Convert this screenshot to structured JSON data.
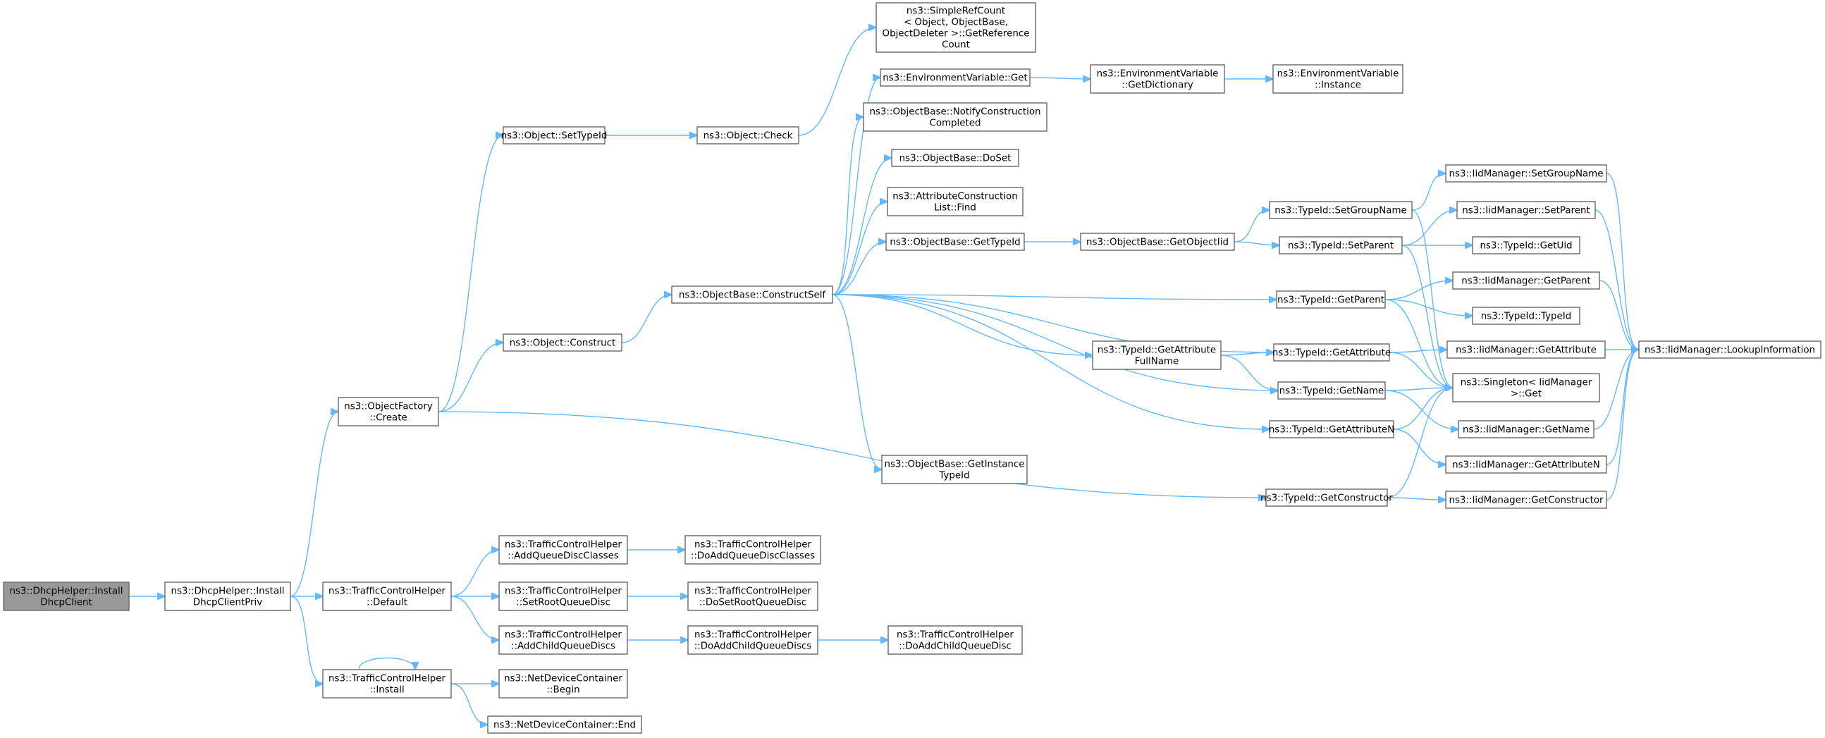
{
  "graph": {
    "colors": {
      "edge": "#63b8ff",
      "node_border": "#666666",
      "root_fill": "#999999",
      "node_fill": "#ffffff"
    },
    "nodes": [
      {
        "id": "n0",
        "root": true,
        "lines": [
          "ns3::DhcpHelper::Install",
          "DhcpClient"
        ]
      },
      {
        "id": "n1",
        "lines": [
          "ns3::DhcpHelper::Install",
          "DhcpClientPriv"
        ]
      },
      {
        "id": "n2",
        "lines": [
          "ns3::ObjectFactory",
          "::Create"
        ]
      },
      {
        "id": "n3",
        "lines": [
          "ns3::TrafficControlHelper",
          "::Default"
        ]
      },
      {
        "id": "n4",
        "lines": [
          "ns3::TrafficControlHelper",
          "::Install"
        ]
      },
      {
        "id": "n5",
        "lines": [
          "ns3::Object::SetTypeId"
        ]
      },
      {
        "id": "n6",
        "lines": [
          "ns3::Object::Construct"
        ]
      },
      {
        "id": "n7",
        "lines": [
          "ns3::TypeId::GetConstructor"
        ]
      },
      {
        "id": "n8",
        "lines": [
          "ns3::TrafficControlHelper",
          "::AddQueueDiscClasses"
        ]
      },
      {
        "id": "n9",
        "lines": [
          "ns3::TrafficControlHelper",
          "::SetRootQueueDisc"
        ]
      },
      {
        "id": "n10",
        "lines": [
          "ns3::TrafficControlHelper",
          "::AddChildQueueDiscs"
        ]
      },
      {
        "id": "n11",
        "lines": [
          "ns3::NetDeviceContainer",
          "::Begin"
        ]
      },
      {
        "id": "n12",
        "lines": [
          "ns3::NetDeviceContainer::End"
        ]
      },
      {
        "id": "n13",
        "lines": [
          "ns3::Object::Check"
        ]
      },
      {
        "id": "n14",
        "lines": [
          "ns3::ObjectBase::ConstructSelf"
        ]
      },
      {
        "id": "n15",
        "lines": [
          "ns3::SimpleRefCount",
          "< Object, ObjectBase,",
          "ObjectDeleter >::GetReference",
          "Count"
        ]
      },
      {
        "id": "n16",
        "lines": [
          "ns3::EnvironmentVariable::Get"
        ]
      },
      {
        "id": "n17",
        "lines": [
          "ns3::ObjectBase::NotifyConstruction",
          "Completed"
        ]
      },
      {
        "id": "n18",
        "lines": [
          "ns3::ObjectBase::DoSet"
        ]
      },
      {
        "id": "n19",
        "lines": [
          "ns3::AttributeConstruction",
          "List::Find"
        ]
      },
      {
        "id": "n20",
        "lines": [
          "ns3::ObjectBase::GetTypeId"
        ]
      },
      {
        "id": "n21",
        "lines": [
          "ns3::TypeId::GetAttribute",
          "FullName"
        ]
      },
      {
        "id": "n22",
        "lines": [
          "ns3::ObjectBase::GetInstance",
          "TypeId"
        ]
      },
      {
        "id": "n23",
        "lines": [
          "ns3::EnvironmentVariable",
          "::GetDictionary"
        ]
      },
      {
        "id": "n24",
        "lines": [
          "ns3::ObjectBase::GetObjectIid"
        ]
      },
      {
        "id": "n25",
        "lines": [
          "ns3::TypeId::GetParent"
        ]
      },
      {
        "id": "n26",
        "lines": [
          "ns3::TypeId::GetAttribute"
        ]
      },
      {
        "id": "n27",
        "lines": [
          "ns3::TypeId::GetName"
        ]
      },
      {
        "id": "n28",
        "lines": [
          "ns3::TypeId::GetAttributeN"
        ]
      },
      {
        "id": "n29",
        "lines": [
          "ns3::TrafficControlHelper",
          "::DoAddQueueDiscClasses"
        ]
      },
      {
        "id": "n30",
        "lines": [
          "ns3::TrafficControlHelper",
          "::DoSetRootQueueDisc"
        ]
      },
      {
        "id": "n31",
        "lines": [
          "ns3::TrafficControlHelper",
          "::DoAddChildQueueDiscs"
        ]
      },
      {
        "id": "n32",
        "lines": [
          "ns3::TrafficControlHelper",
          "::DoAddChildQueueDisc"
        ]
      },
      {
        "id": "n33",
        "lines": [
          "ns3::EnvironmentVariable",
          "::Instance"
        ]
      },
      {
        "id": "n34",
        "lines": [
          "ns3::TypeId::SetGroupName"
        ]
      },
      {
        "id": "n35",
        "lines": [
          "ns3::TypeId::SetParent"
        ]
      },
      {
        "id": "n36",
        "lines": [
          "ns3::Singleton< IidManager",
          ">::Get"
        ]
      },
      {
        "id": "n37",
        "lines": [
          "ns3::IidManager::SetGroupName"
        ]
      },
      {
        "id": "n38",
        "lines": [
          "ns3::IidManager::SetParent"
        ]
      },
      {
        "id": "n39",
        "lines": [
          "ns3::TypeId::GetUid"
        ]
      },
      {
        "id": "n40",
        "lines": [
          "ns3::IidManager::GetParent"
        ]
      },
      {
        "id": "n41",
        "lines": [
          "ns3::TypeId::TypeId"
        ]
      },
      {
        "id": "n42",
        "lines": [
          "ns3::IidManager::GetAttribute"
        ]
      },
      {
        "id": "n43",
        "lines": [
          "ns3::IidManager::GetName"
        ]
      },
      {
        "id": "n44",
        "lines": [
          "ns3::IidManager::GetAttributeN"
        ]
      },
      {
        "id": "n45",
        "lines": [
          "ns3::IidManager::GetConstructor"
        ]
      },
      {
        "id": "n46",
        "lines": [
          "ns3::IidManager::LookupInformation"
        ]
      }
    ],
    "edges": [
      [
        "n0",
        "n1"
      ],
      [
        "n1",
        "n2"
      ],
      [
        "n1",
        "n3"
      ],
      [
        "n1",
        "n4"
      ],
      [
        "n2",
        "n5"
      ],
      [
        "n2",
        "n6"
      ],
      [
        "n2",
        "n7"
      ],
      [
        "n3",
        "n8"
      ],
      [
        "n3",
        "n9"
      ],
      [
        "n3",
        "n10"
      ],
      [
        "n4",
        "n4"
      ],
      [
        "n4",
        "n11"
      ],
      [
        "n4",
        "n12"
      ],
      [
        "n5",
        "n13"
      ],
      [
        "n13",
        "n15"
      ],
      [
        "n6",
        "n14"
      ],
      [
        "n14",
        "n16"
      ],
      [
        "n14",
        "n17"
      ],
      [
        "n14",
        "n18"
      ],
      [
        "n14",
        "n19"
      ],
      [
        "n14",
        "n20"
      ],
      [
        "n14",
        "n25"
      ],
      [
        "n14",
        "n21"
      ],
      [
        "n14",
        "n26"
      ],
      [
        "n14",
        "n27"
      ],
      [
        "n14",
        "n28"
      ],
      [
        "n14",
        "n22"
      ],
      [
        "n16",
        "n23"
      ],
      [
        "n23",
        "n33"
      ],
      [
        "n20",
        "n24"
      ],
      [
        "n24",
        "n34"
      ],
      [
        "n24",
        "n35"
      ],
      [
        "n21",
        "n26"
      ],
      [
        "n21",
        "n27"
      ],
      [
        "n34",
        "n37"
      ],
      [
        "n34",
        "n36"
      ],
      [
        "n35",
        "n38"
      ],
      [
        "n35",
        "n39"
      ],
      [
        "n35",
        "n36"
      ],
      [
        "n25",
        "n40"
      ],
      [
        "n25",
        "n41"
      ],
      [
        "n25",
        "n36"
      ],
      [
        "n26",
        "n42"
      ],
      [
        "n26",
        "n36"
      ],
      [
        "n27",
        "n36"
      ],
      [
        "n27",
        "n43"
      ],
      [
        "n28",
        "n36"
      ],
      [
        "n28",
        "n44"
      ],
      [
        "n7",
        "n36"
      ],
      [
        "n7",
        "n45"
      ],
      [
        "n8",
        "n29"
      ],
      [
        "n9",
        "n30"
      ],
      [
        "n10",
        "n31"
      ],
      [
        "n31",
        "n32"
      ],
      [
        "n37",
        "n46"
      ],
      [
        "n38",
        "n46"
      ],
      [
        "n40",
        "n46"
      ],
      [
        "n42",
        "n46"
      ],
      [
        "n43",
        "n46"
      ],
      [
        "n44",
        "n46"
      ],
      [
        "n45",
        "n46"
      ]
    ]
  }
}
